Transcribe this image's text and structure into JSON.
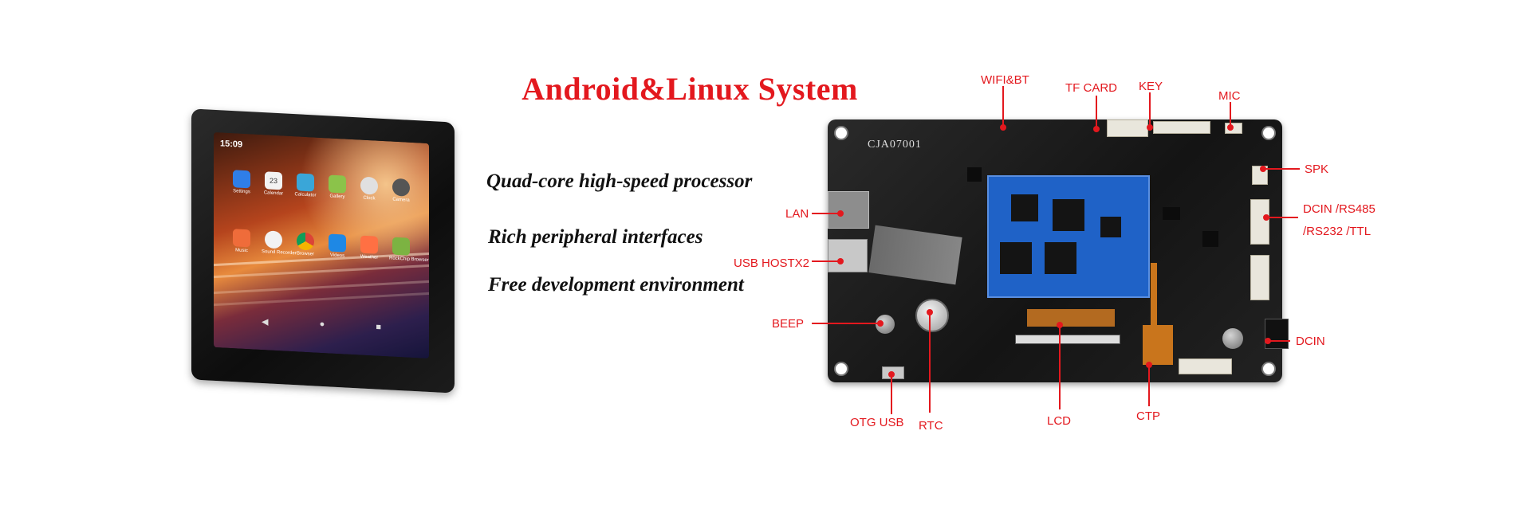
{
  "title": "Android&Linux System",
  "features": [
    "Quad-core high-speed processor",
    "Rich peripheral interfaces",
    "Free development environment"
  ],
  "tablet": {
    "time": "15:09",
    "apps_row1": [
      {
        "label": "Settings",
        "color": "#2f7ee8"
      },
      {
        "label": "Calendar",
        "color": "#f3f3f3",
        "text": "23"
      },
      {
        "label": "Calculator",
        "color": "#3aa6d8"
      },
      {
        "label": "Gallery",
        "color": "#8bc34a"
      },
      {
        "label": "Clock",
        "color": "#e0e0e0"
      },
      {
        "label": "Camera",
        "color": "#555555"
      }
    ],
    "apps_row2": [
      {
        "label": "Music",
        "color": "#ef6c3a"
      },
      {
        "label": "Sound Recorder",
        "color": "#f2f2f2"
      },
      {
        "label": "Browser",
        "color": "#f4b400"
      },
      {
        "label": "Videos",
        "color": "#1e88e5"
      },
      {
        "label": "Weather",
        "color": "#ff7043"
      },
      {
        "label": "RockChip Browser",
        "color": "#7cb342"
      }
    ],
    "nav": [
      "◀",
      "●",
      "■"
    ]
  },
  "board": {
    "silkscreen": "CJA07001"
  },
  "callouts": {
    "wifi_bt": "WIFI&BT",
    "tf_card": "TF CARD",
    "key": "KEY",
    "mic": "MIC",
    "spk": "SPK",
    "dcin_rs485": "DCIN /RS485",
    "rs232_ttl": "/RS232 /TTL",
    "lan": "LAN",
    "usb_host": "USB HOSTX2",
    "beep": "BEEP",
    "dcin": "DCIN",
    "otg_usb": "OTG USB",
    "rtc": "RTC",
    "lcd": "LCD",
    "ctp": "CTP"
  },
  "colors": {
    "accent_red": "#e3181e",
    "board": "#1a1a1a",
    "module": "#1f62c7"
  }
}
